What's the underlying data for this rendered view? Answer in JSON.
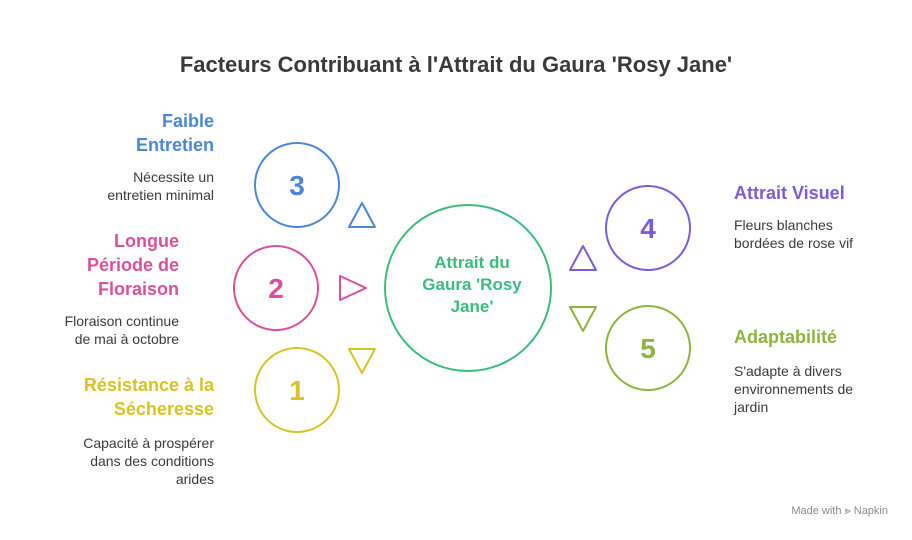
{
  "title": "Facteurs Contribuant à l'Attrait du Gaura 'Rosy Jane'",
  "center": {
    "label": "Attrait du\nGaura 'Rosy\nJane'",
    "color": "#3dbb7f"
  },
  "factors": [
    {
      "number": "3",
      "heading": "Faible\nEntretien",
      "description": "Nécessite un\nentretien minimal",
      "color": "#4a86d9"
    },
    {
      "number": "2",
      "heading": "Longue\nPériode de\nFloraison",
      "description": "Floraison continue\nde mai à octobre",
      "color": "#d9509c"
    },
    {
      "number": "1",
      "heading": "Résistance à la\nSécheresse",
      "description": "Capacité à prospérer\ndans des conditions\narides",
      "color": "#d7c324"
    },
    {
      "number": "4",
      "heading": "Attrait Visuel",
      "description": "Fleurs blanches\nbordées de rose vif",
      "color": "#7b5bd6"
    },
    {
      "number": "5",
      "heading": "Adaptabilité",
      "description": "S'adapte à divers\nenvironnements de\njardin",
      "color": "#8fb33f"
    }
  ],
  "footer": {
    "prefix": "Made with",
    "brand": "Napkin"
  }
}
